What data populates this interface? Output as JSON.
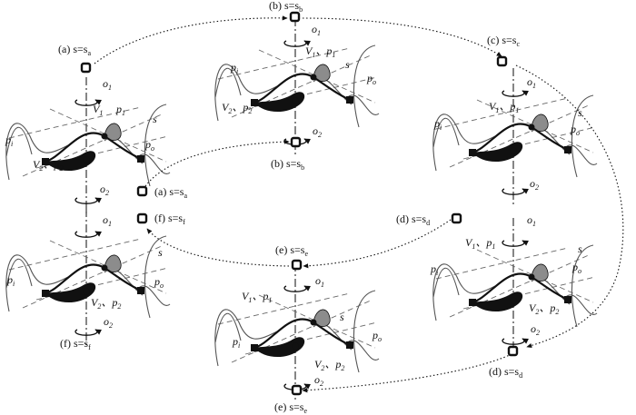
{
  "labels": {
    "a_top": "(a) s=s",
    "b_top": "(b) s=s",
    "c_top": "(c) s=s",
    "b_center": "(b) s=s",
    "a_center": "(a) s=s",
    "f_center": "(f) s=s",
    "d_center": "(d) s=s",
    "e_center": "(e) s=s",
    "f_bottom": "(f) s=s",
    "d_bottom": "(d) s=s",
    "e_bottom": "(e) s=s"
  },
  "subs": {
    "a": "a",
    "b": "b",
    "c": "c",
    "d": "d",
    "e": "e",
    "f": "f"
  },
  "symbols": {
    "o1": "o",
    "o2": "o",
    "one": "1",
    "two": "2",
    "s": "s",
    "pi": "p",
    "i": "i",
    "po": "p",
    "o": "o",
    "V": "V",
    "p": "p",
    "sep": "、"
  },
  "colors": {
    "gray_fill": "#8c8c8c",
    "black_fill": "#111111",
    "curve": "#555555"
  }
}
